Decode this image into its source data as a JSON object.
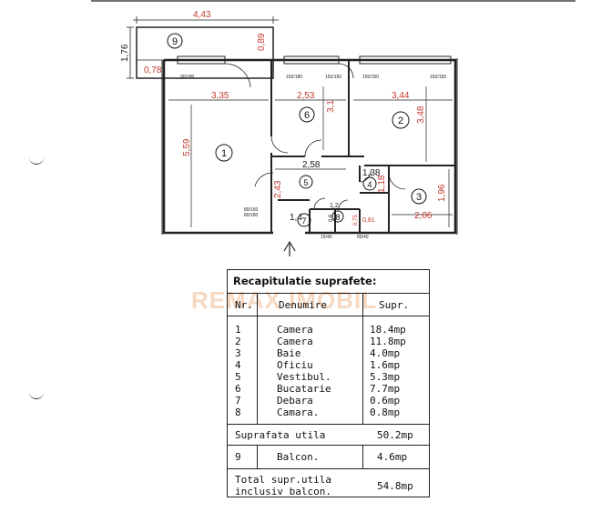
{
  "plan": {
    "rooms": [
      {
        "num": "1"
      },
      {
        "num": "2"
      },
      {
        "num": "3"
      },
      {
        "num": "4"
      },
      {
        "num": "5"
      },
      {
        "num": "6"
      },
      {
        "num": "7"
      },
      {
        "num": "8"
      },
      {
        "num": "9"
      }
    ],
    "dimensions": {
      "balcony_length": "4,43",
      "balcony_depth": "1,76",
      "balcony_side": "0,78",
      "balcony_door": "0,89",
      "room1_width": "3,35",
      "room1_height": "5,59",
      "room6_width": "2,53",
      "room6_height": "3,1",
      "room2_width": "3,44",
      "room2_height": "3,48",
      "hall_width": "2,58",
      "hall_height": "2,43",
      "hall_inner": "1,4",
      "oficiu_width": "1,38",
      "oficiu_height": "1,18",
      "bath_width": "2,06",
      "bath_height": "1,96",
      "debara_a": "1,2",
      "debara_b": "0,6",
      "camara_dim": "0,81",
      "camara_dim2": "0,75"
    },
    "window_labels": [
      "90/180",
      "150/180",
      "150/150",
      "150/150",
      "80/150",
      "150/150",
      "80/180",
      "15/40",
      "80/40"
    ]
  },
  "recap": {
    "title": "Recapitulatie suprafete:",
    "headers": {
      "nr": "Nr.",
      "name": "Denumire",
      "area": "Supr."
    },
    "rows": [
      {
        "nr": "1",
        "name": "Camera",
        "area": "18.4mp"
      },
      {
        "nr": "2",
        "name": "Camera",
        "area": "11.8mp"
      },
      {
        "nr": "3",
        "name": "Baie",
        "area": "4.0mp"
      },
      {
        "nr": "4",
        "name": "Oficiu",
        "area": "1.6mp"
      },
      {
        "nr": "5",
        "name": "Vestibul.",
        "area": "5.3mp"
      },
      {
        "nr": "6",
        "name": "Bucatarie",
        "area": "7.7mp"
      },
      {
        "nr": "7",
        "name": "Debara",
        "area": "0.6mp"
      },
      {
        "nr": "8",
        "name": "Camara.",
        "area": "0.8mp"
      }
    ],
    "usable": {
      "label": "Suprafata utila",
      "value": "50.2mp"
    },
    "balcony": {
      "nr": "9",
      "label": "Balcon.",
      "value": "4.6mp"
    },
    "total": {
      "label_line1": "Total supr.utila",
      "label_line2": "inclusiv balcon.",
      "value": "54.8mp"
    }
  },
  "watermark": "REMAX IMOBIL"
}
